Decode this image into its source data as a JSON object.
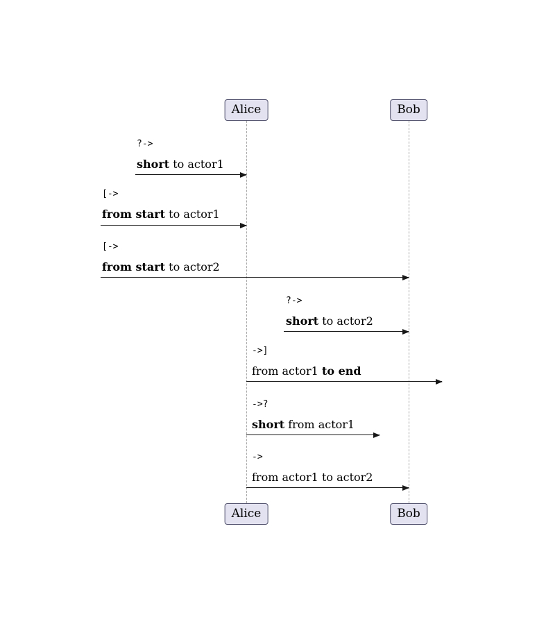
{
  "diagram_type": "uml-sequence",
  "actors": [
    {
      "name": "Alice"
    },
    {
      "name": "Bob"
    }
  ],
  "messages": [
    {
      "op": "?->",
      "pre": "",
      "bold": "short",
      "post": " to actor1",
      "from": "start-short",
      "to": "actor1"
    },
    {
      "op": "[->",
      "pre": "",
      "bold": "from start",
      "post": " to actor1",
      "from": "start",
      "to": "actor1"
    },
    {
      "op": "[->",
      "pre": "",
      "bold": "from start",
      "post": " to actor2",
      "from": "start",
      "to": "actor2"
    },
    {
      "op": "?->",
      "pre": "",
      "bold": "short",
      "post": " to actor2",
      "from": "short",
      "to": "actor2"
    },
    {
      "op": "->]",
      "pre": "from actor1 ",
      "bold": "to end",
      "post": "",
      "from": "actor1",
      "to": "end"
    },
    {
      "op": "->?",
      "pre": "",
      "bold": "short",
      "post": " from actor1",
      "from": "actor1",
      "to": "short"
    },
    {
      "op": "->",
      "pre": "from actor1 to actor2",
      "bold": "",
      "post": "",
      "from": "actor1",
      "to": "actor2"
    }
  ],
  "colors": {
    "actor_fill": "#E2E2F0",
    "actor_border": "#52526e",
    "lifeline": "#A8A8A8",
    "arrow": "#181818",
    "background": "#ffffff"
  }
}
